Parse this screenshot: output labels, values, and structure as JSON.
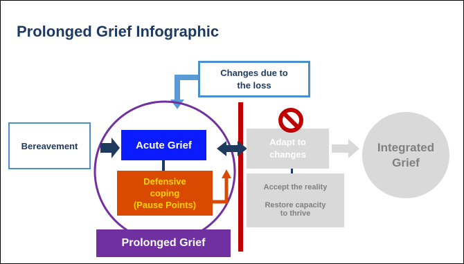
{
  "title": "Prolonged Grief Infographic",
  "nodes": {
    "bereavement": "Bereavement",
    "changes_line1": "Changes due to",
    "changes_line2": "the loss",
    "acute_grief": "Acute Grief",
    "defensive_line1": "Defensive",
    "defensive_line2": "coping",
    "defensive_line3": "(Pause Points)",
    "prolonged_grief": "Prolonged Grief",
    "adapt_line1": "Adapt to",
    "adapt_line2": "changes",
    "accept_reality": "Accept the reality",
    "restore_line1": "Restore capacity",
    "restore_line2": "to thrive",
    "integrated_line1": "Integrated",
    "integrated_line2": "Grief"
  },
  "colors": {
    "title": "#1f3a5f",
    "light_blue_border": "#4a8fd0",
    "acute_grief_fill": "#0a1cff",
    "defensive_fill": "#d94a00",
    "defensive_text": "#ffd400",
    "prolonged_fill": "#7030a0",
    "circle_outline": "#7030a0",
    "barrier": "#c00000",
    "gray_fill": "#d9d9d9",
    "navy_arrow": "#1f3a5f"
  },
  "icons": [
    "prohibited-icon",
    "right-arrow-icon",
    "double-arrow-icon",
    "down-arrow-icon",
    "up-arrow-icon"
  ]
}
